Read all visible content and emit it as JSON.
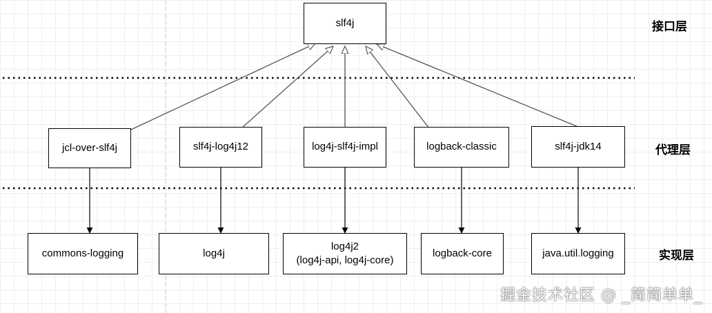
{
  "layers": {
    "interface": "接口层",
    "proxy": "代理层",
    "impl": "实现层"
  },
  "nodes": {
    "slf4j": "slf4j",
    "jcl_over_slf4j": "jcl-over-slf4j",
    "slf4j_log4j12": "slf4j-log4j12",
    "log4j_slf4j_impl": "log4j-slf4j-impl",
    "logback_classic": "logback-classic",
    "slf4j_jdk14": "slf4j-jdk14",
    "commons_logging": "commons-logging",
    "log4j": "log4j",
    "log4j2_line1": "log4j2",
    "log4j2_line2": "(log4j-api, log4j-core)",
    "logback_core": "logback-core",
    "java_util_logging": "java.util.logging"
  },
  "watermark": "掘金技术社区 @ _简简单单_",
  "colors": {
    "line": "#555555",
    "border": "#000000",
    "grid": "#eeeeee"
  }
}
